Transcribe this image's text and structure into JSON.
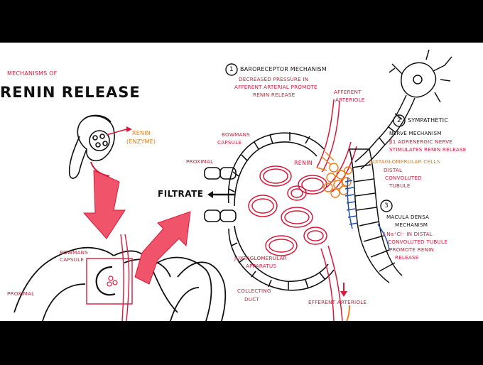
{
  "title": {
    "line1": "MECHANISMS OF",
    "line2": "RENIN RELEASE"
  },
  "kidney": {
    "renin_label": "RENIN",
    "enzyme_label": "(ENZYME)",
    "bowmans_label_1": "BOWMANS",
    "bowmans_label_2": "CAPSULE",
    "proximal_label": "PROXIMAL",
    "collecting_label_1": "COLLECTING",
    "collecting_label_2": "DUCT"
  },
  "glomerulus": {
    "bowmans_label_1": "BOWMANS",
    "bowmans_label_2": "CAPSULE",
    "proximal_label": "PROXIMAL",
    "filtrate_label": "FILTRATE",
    "jga_label_1": "JUXTAGLOMERULAR",
    "jga_label_2": "APPARATUS",
    "afferent_label_1": "AFFERENT",
    "afferent_label_2": "ARTERIOLE",
    "efferent_label": "EFFERENT ARTERIOLE",
    "renin_label": "RENIN",
    "jg_cells_label": "JUXTAGLOMERULAR CELLS",
    "distal_label_1": "DISTAL",
    "distal_label_2": "CONVOLUTED",
    "distal_label_3": "TUBULE"
  },
  "mechanisms": {
    "m1_number": "1",
    "m1_title": "BARORECEPTOR MECHANISM",
    "m1_desc": [
      "DECREASED PRESSURE IN",
      "AFFERENT ARTERIAL PROMOTE",
      "RENIN RELEASE"
    ],
    "m2_number": "2",
    "m2_title_1": "SYMPATHETIC",
    "m2_title_2": "NERVE MECHANISM",
    "m2_desc": [
      "β1 ADRENERGIC NERVE",
      "STIMULATES RENIN RELEASE"
    ],
    "m3_number": "3",
    "m3_title_1": "MACULA DENSA",
    "m3_title_2": "MECHANISM",
    "m3_desc": [
      "↓Na⁺Cl⁻ IN DISTAL",
      "CONVOLUTED TUBULE",
      "PROMOTE RENIN",
      "RELEASE"
    ]
  },
  "colors": {
    "red": "#d8193a",
    "pink_arrow": "#f0546a",
    "orange": "#f07a14",
    "blue": "#1d4ea8",
    "ink": "#111111"
  }
}
